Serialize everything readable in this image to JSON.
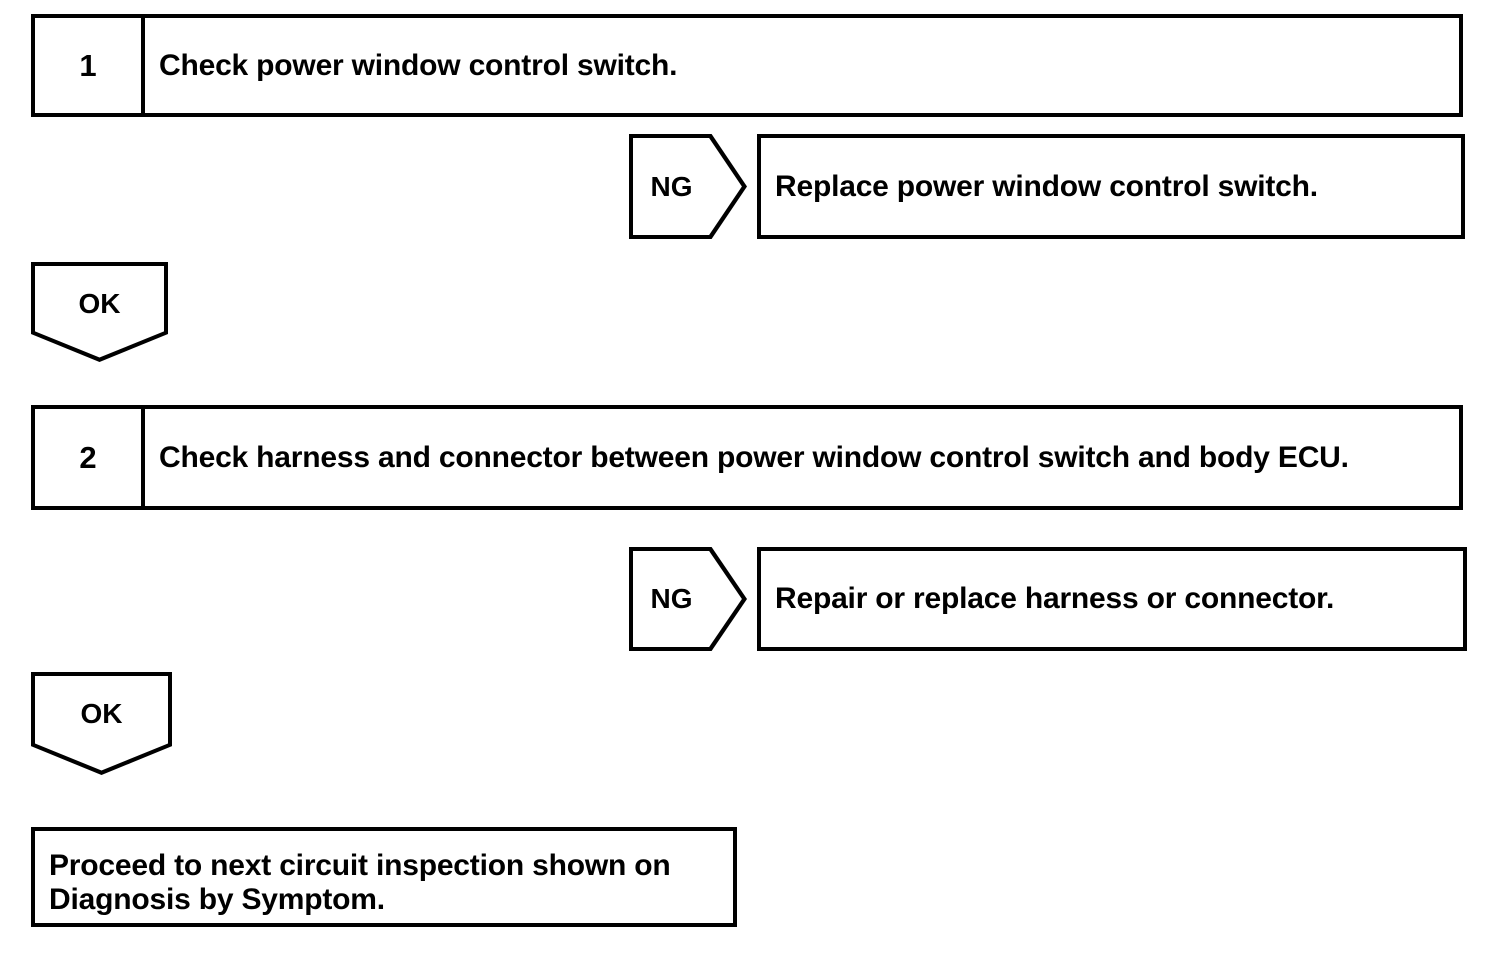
{
  "document": {
    "kind": "diagnostic-troubleshooting-flowchart",
    "background_color": "#ffffff",
    "line_color": "#000000"
  },
  "steps": [
    {
      "number": "1",
      "text": "Check power window control switch."
    },
    {
      "number": "2",
      "text": "Check harness and connector between power window control switch and body ECU."
    }
  ],
  "branches": [
    {
      "label": "NG",
      "result": "Replace power window control switch."
    },
    {
      "label": "NG",
      "result": "Repair or replace harness or connector."
    }
  ],
  "pass_markers": [
    {
      "label": "OK"
    },
    {
      "label": "OK"
    }
  ],
  "final": {
    "text": "Proceed to next circuit inspection shown on Diagnosis by Symptom."
  }
}
